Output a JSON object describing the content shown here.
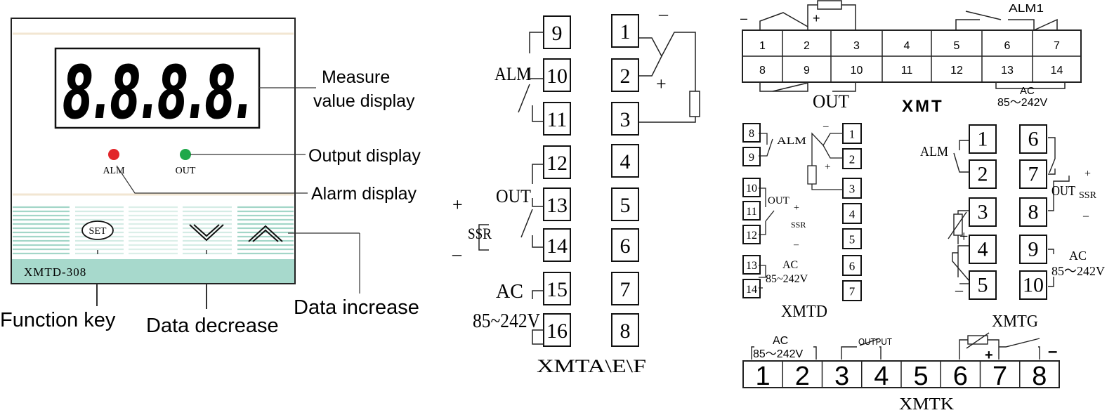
{
  "panel": {
    "display_digits": "8.8.8.8.",
    "led_alm": "ALM",
    "led_out": "OUT",
    "set_key": "SET",
    "model": "XMTD-308",
    "colors": {
      "panel_teal": "#a7d9cc",
      "stripe": "#b5ded2",
      "led_red": "#e2262b",
      "led_green": "#1fa84a"
    }
  },
  "callouts": {
    "measure_line1": "Measure",
    "measure_line2": "value display",
    "output": "Output display",
    "alarm": "Alarm display",
    "function": "Function key",
    "decrease": "Data decrease",
    "increase": "Data increase"
  },
  "xmta": {
    "title": "XMTA\\E\\F",
    "left": [
      "9",
      "10",
      "11",
      "12",
      "13",
      "14",
      "15",
      "16"
    ],
    "right": [
      "1",
      "2",
      "3",
      "4",
      "5",
      "6",
      "7",
      "8"
    ],
    "alm": "ALM",
    "out": "OUT",
    "ssr": "SSR",
    "plus": "+",
    "minus": "–",
    "ac": "AC",
    "voltage": "85~242V"
  },
  "xmt": {
    "title": "XMT",
    "top": [
      "1",
      "2",
      "3",
      "4",
      "5",
      "6",
      "7"
    ],
    "bottom": [
      "8",
      "9",
      "10",
      "11",
      "12",
      "13",
      "14"
    ],
    "alm1": "ALM1",
    "out": "OUT",
    "ac": "AC",
    "voltage": "85～242V",
    "plus": "+",
    "minus": "–"
  },
  "xmtd": {
    "title": "XMTD",
    "left": [
      "8",
      "9",
      "10",
      "11",
      "12",
      "13",
      "14"
    ],
    "right": [
      "1",
      "2",
      "3",
      "4",
      "5",
      "6",
      "7"
    ],
    "alm": "ALM",
    "out": "OUT",
    "ssr": "SSR",
    "ac": "AC",
    "voltage": "85~242V",
    "plus": "+",
    "minus": "–"
  },
  "xmtg": {
    "title": "XMTG",
    "left": [
      "1",
      "2",
      "3",
      "4",
      "5"
    ],
    "right": [
      "6",
      "7",
      "8",
      "9",
      "10"
    ],
    "alm": "ALM",
    "out": "OUT",
    "ssr": "SSR",
    "ac": "AC",
    "voltage": "85～242V",
    "plus": "+",
    "minus": "–"
  },
  "xmtk": {
    "title": "XMTK",
    "cells": [
      "1",
      "2",
      "3",
      "4",
      "5",
      "6",
      "7",
      "8"
    ],
    "ac": "AC",
    "voltage": "85～242V",
    "output": "OUTPUT",
    "plus": "+",
    "minus": "–"
  }
}
